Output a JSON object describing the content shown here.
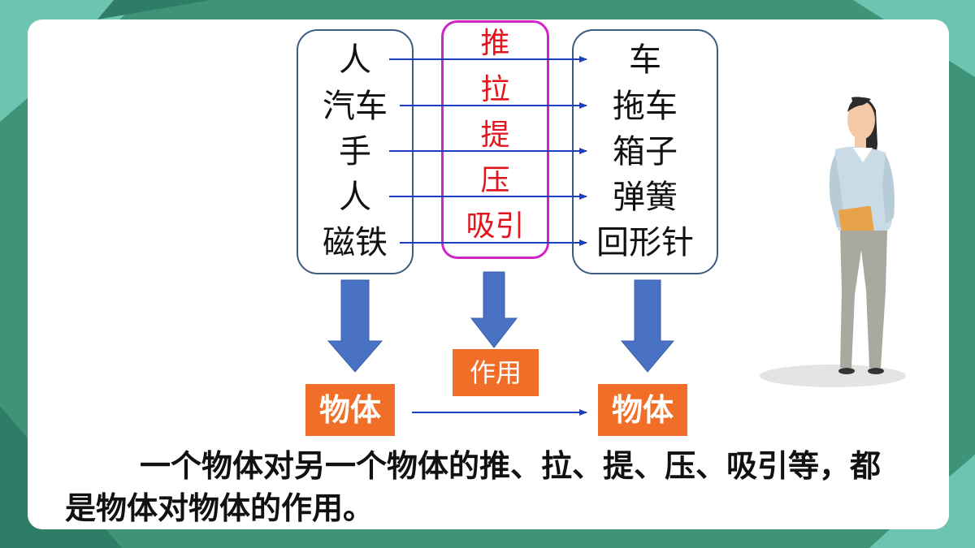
{
  "slide": {
    "sources": [
      "人",
      "汽车",
      "手",
      "人",
      "磁铁"
    ],
    "actions": [
      "推",
      "拉",
      "提",
      "压",
      "吸引"
    ],
    "targets": [
      "车",
      "拖车",
      "箱子",
      "弹簧",
      "回形针"
    ],
    "source_label": "物体",
    "action_label": "作用",
    "target_label": "物体",
    "conclusion": "一个物体对另一个物体的推、拉、提、压、吸引等，都是物体对物体的作用。"
  },
  "colors": {
    "accent_green": "#3f9478",
    "arrow_blue": "#4a72c4",
    "action_red": "#e3141c",
    "frame_magenta": "#d024c8",
    "tag_orange": "#f06e27",
    "line_blue": "#1a3fbf"
  }
}
